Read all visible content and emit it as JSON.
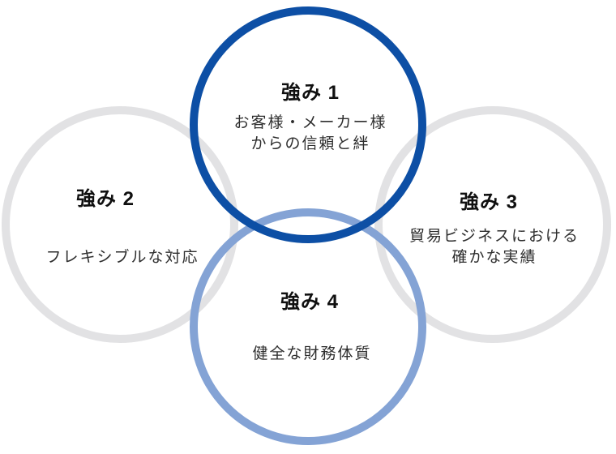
{
  "diagram": {
    "type": "overlapping-circles-infographic",
    "background": "#ffffff",
    "colors": {
      "primary_blue_ring": "#0d4fa5",
      "light_blue_ring": "#84a3d5",
      "gray_ring": "#e2e2e4",
      "title_text": "#101010",
      "body_text": "#2e2e2e"
    },
    "strengths": [
      {
        "label": "強み 1",
        "lines": [
          "お客様・メーカー様",
          "からの信頼と絆"
        ],
        "ring_color": "#0d4fa5",
        "position": "top"
      },
      {
        "label": "強み 2",
        "lines": [
          "フレキシブルな対応"
        ],
        "ring_color": "#e2e2e4",
        "position": "left"
      },
      {
        "label": "強み 3",
        "lines": [
          "貿易ビジネスにおける",
          "確かな実績"
        ],
        "ring_color": "#e2e2e4",
        "position": "right"
      },
      {
        "label": "強み 4",
        "lines": [
          "健全な財務体質"
        ],
        "ring_color": "#84a3d5",
        "position": "bottom"
      }
    ]
  }
}
